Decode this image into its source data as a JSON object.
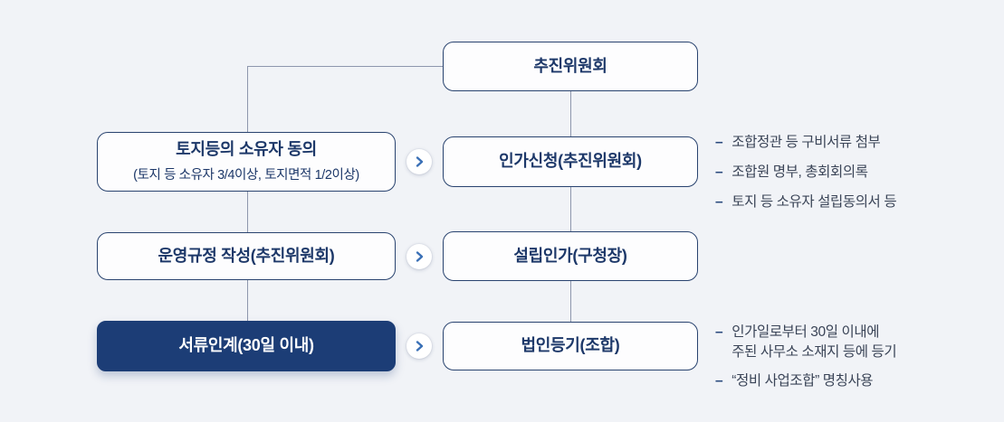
{
  "colors": {
    "background": "#f1f3f7",
    "box_fill": "#fdfdfe",
    "box_border": "#29436f",
    "box_text": "#1d3869",
    "dark_box_fill": "#1c3d76",
    "dark_box_text": "#ffffff",
    "connector_line": "#8e97ad",
    "chevron_blue": "#3a70b6",
    "note_text": "#3a4457",
    "note_dash": "#2a4a7e"
  },
  "flow": {
    "top": {
      "label": "추진위원회"
    },
    "rows": [
      {
        "left": {
          "title": "토지등의 소유자 동의",
          "subtitle": "(토지 등 소유자 3/4이상, 토지면적 1/2이상)"
        },
        "right": {
          "title": "인가신청(추진위원회)"
        }
      },
      {
        "left": {
          "title": "운영규정 작성(추진위원회)"
        },
        "right": {
          "title": "설립인가(구청장)"
        }
      },
      {
        "left": {
          "title": "서류인계(30일 이내)"
        },
        "right": {
          "title": "법인등기(조합)"
        }
      }
    ],
    "notes_group_1": [
      {
        "lines": [
          "조합정관 등 구비서류 첨부"
        ]
      },
      {
        "lines": [
          "조합원 명부, 총회회의록"
        ]
      },
      {
        "lines": [
          "토지 등 소유자 설립동의서 등"
        ]
      }
    ],
    "notes_group_2": [
      {
        "lines": [
          "인가일로부터 30일 이내에",
          "주된 사무소 소재지 등에 등기"
        ]
      },
      {
        "lines": [
          "“정비 사업조합” 명칭사용"
        ]
      }
    ]
  }
}
